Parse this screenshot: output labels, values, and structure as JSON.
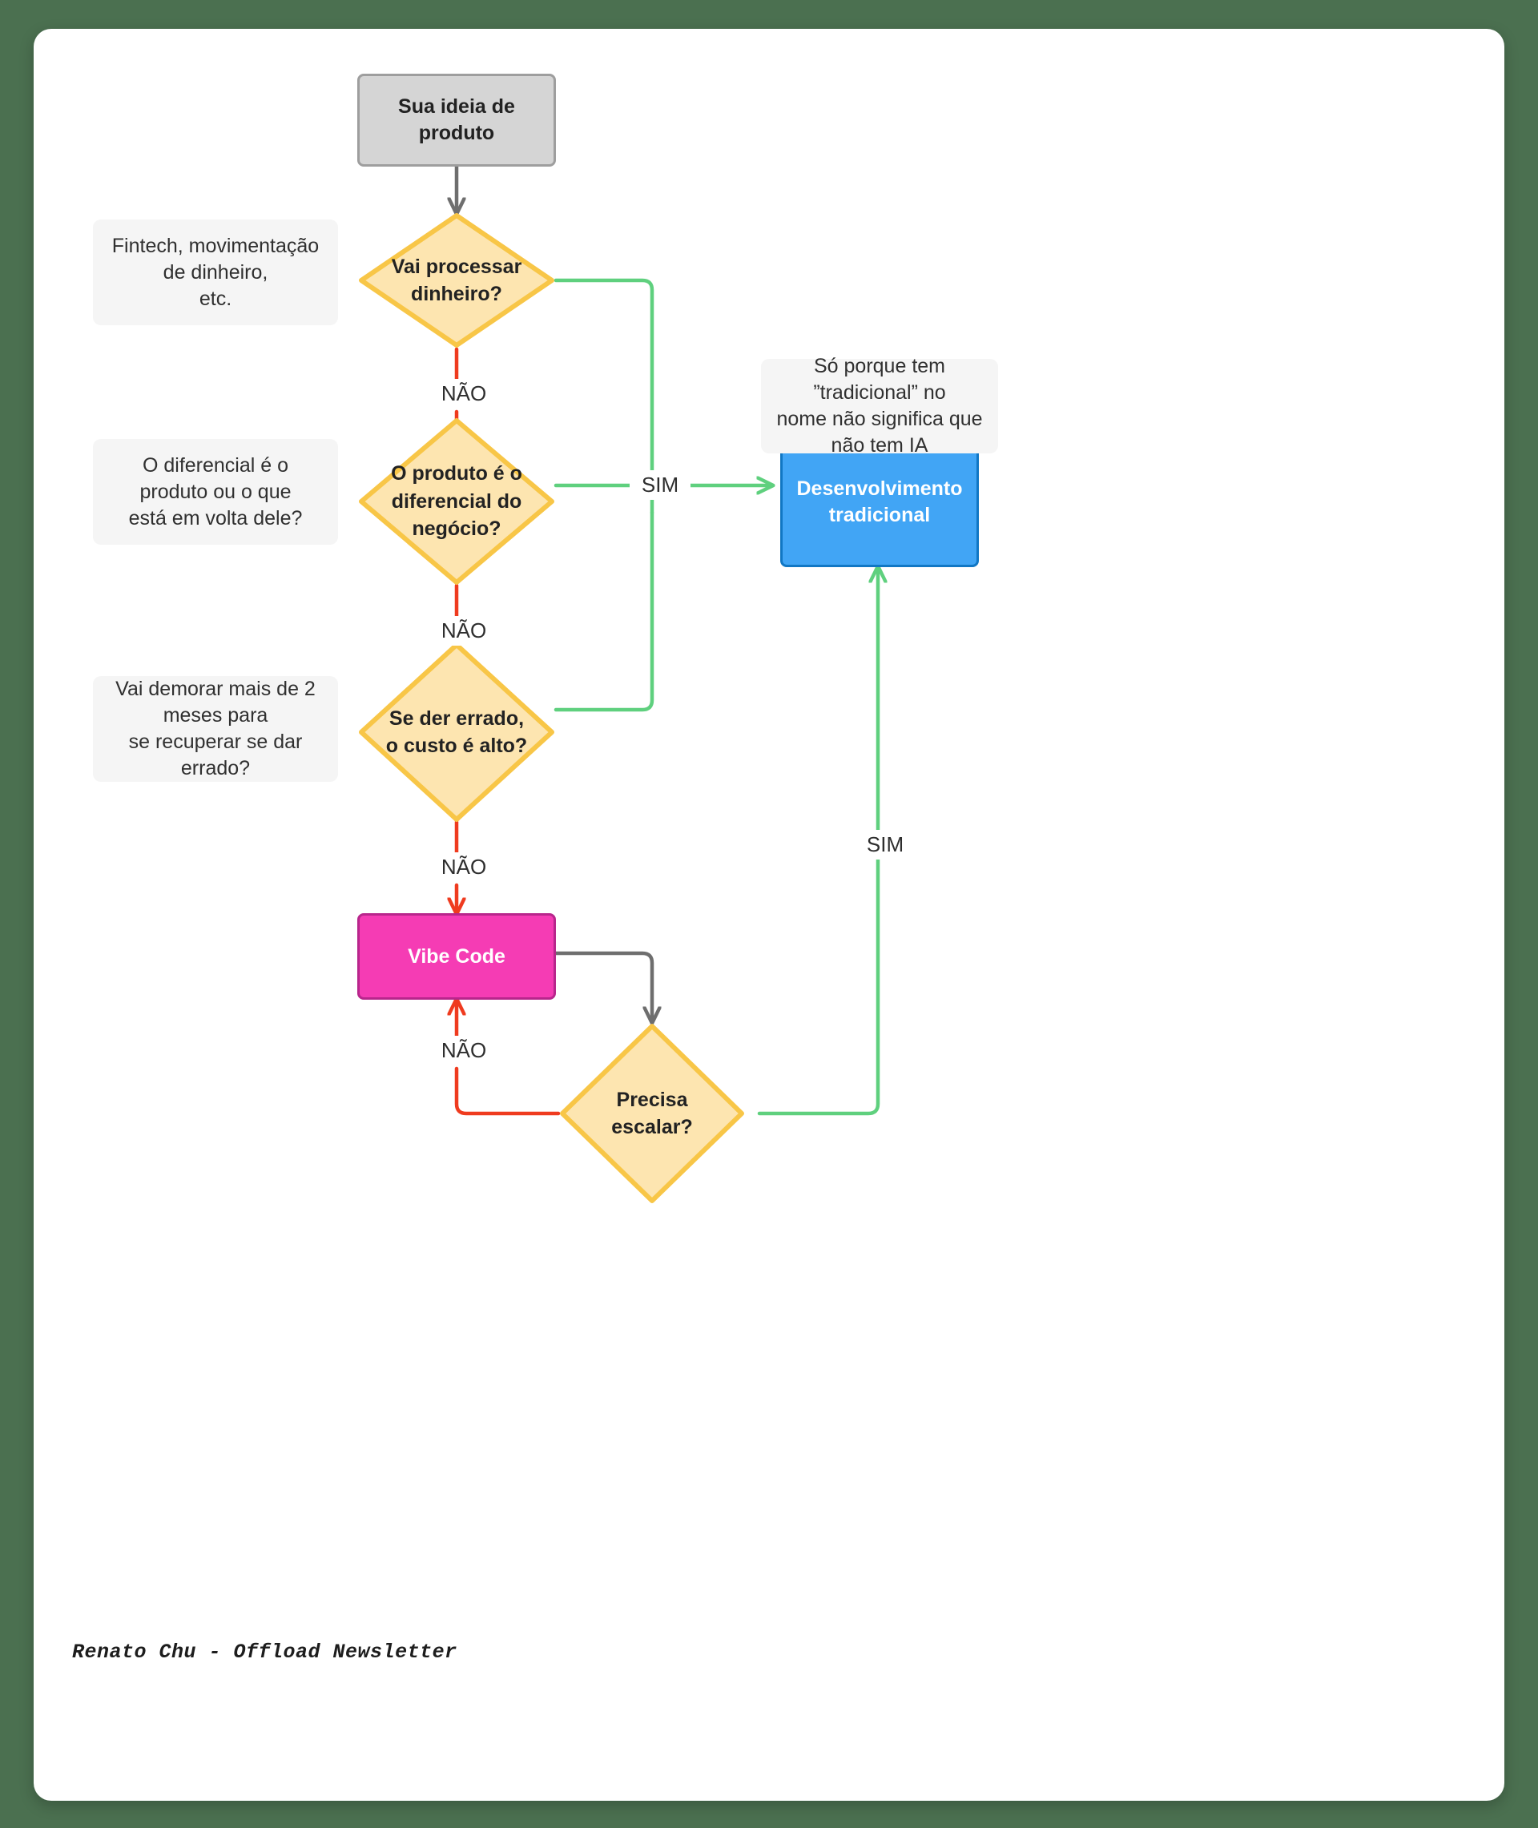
{
  "theme": {
    "page_background": "#4b7050",
    "card_background": "#ffffff",
    "start_fill": "#d5d5d5",
    "start_stroke": "#9e9e9e",
    "decision_fill": "#fde5b0",
    "decision_stroke": "#f9c council",
    "decision_stroke_color": "#f8c647",
    "traditional_fill": "#41a5f5",
    "traditional_stroke": "#1177c4",
    "vibe_fill": "#f53cb4",
    "vibe_stroke": "#b8268c",
    "note_fill": "#f5f5f5",
    "yes_edge": "#5fd07e",
    "no_edge": "#ef3b1f",
    "neutral_edge": "#6e6e6e",
    "text_dark": "#222222",
    "text_light": "#ffffff"
  },
  "diagram": {
    "title": "Sua ideia de produto",
    "nodes": [
      {
        "id": "start",
        "type": "process",
        "label": "Sua ideia de produto"
      },
      {
        "id": "money",
        "type": "decision",
        "label": "Vai processar\ndinheiro?"
      },
      {
        "id": "diferencial",
        "type": "decision",
        "label": "O produto é o\ndiferencial do\nnegócio?"
      },
      {
        "id": "custo",
        "type": "decision",
        "label": "Se der errado,\no custo é alto?"
      },
      {
        "id": "vibe",
        "type": "process",
        "label": "Vibe Code"
      },
      {
        "id": "escalar",
        "type": "decision",
        "label": "Precisa\nescalar?"
      },
      {
        "id": "tradicional",
        "type": "process",
        "label": "Desenvolvimento\ntradicional"
      }
    ],
    "notes": [
      {
        "id": "note-money",
        "label": "Fintech, movimentação de dinheiro,\netc."
      },
      {
        "id": "note-diferencial",
        "label": "O diferencial é o produto ou o que\nestá em volta dele?"
      },
      {
        "id": "note-custo",
        "label": "Vai demorar mais de 2 meses para\nse recuperar se dar errado?"
      },
      {
        "id": "note-tradicional",
        "label": "Só porque tem ”tradicional” no\nnome não significa que não tem IA"
      }
    ],
    "edges": [
      {
        "id": "e-start-money",
        "from": "start",
        "to": "money",
        "label": "",
        "color": "neutral"
      },
      {
        "id": "e-money-yes",
        "from": "money",
        "to": "tradicional",
        "label": "",
        "color": "yes"
      },
      {
        "id": "e-money-no",
        "from": "money",
        "to": "diferencial",
        "label": "NÃO",
        "color": "no"
      },
      {
        "id": "e-diferencial-yes",
        "from": "diferencial",
        "to": "tradicional",
        "label": "SIM",
        "color": "yes"
      },
      {
        "id": "e-diferencial-no",
        "from": "diferencial",
        "to": "custo",
        "label": "NÃO",
        "color": "no"
      },
      {
        "id": "e-custo-yes",
        "from": "custo",
        "to": "tradicional",
        "label": "",
        "color": "yes"
      },
      {
        "id": "e-custo-no",
        "from": "custo",
        "to": "vibe",
        "label": "NÃO",
        "color": "no"
      },
      {
        "id": "e-vibe-escalar",
        "from": "vibe",
        "to": "escalar",
        "label": "",
        "color": "neutral"
      },
      {
        "id": "e-escalar-yes",
        "from": "escalar",
        "to": "tradicional",
        "label": "SIM",
        "color": "yes"
      },
      {
        "id": "e-escalar-no",
        "from": "escalar",
        "to": "vibe",
        "label": "NÃO",
        "color": "no"
      }
    ],
    "edge_labels": {
      "money_no": "NÃO",
      "diferencial_sim": "SIM",
      "diferencial_no": "NÃO",
      "custo_no": "NÃO",
      "escalar_sim": "SIM",
      "escalar_no": "NÃO"
    }
  },
  "footer": {
    "credit": "Renato Chu - Offload Newsletter"
  }
}
